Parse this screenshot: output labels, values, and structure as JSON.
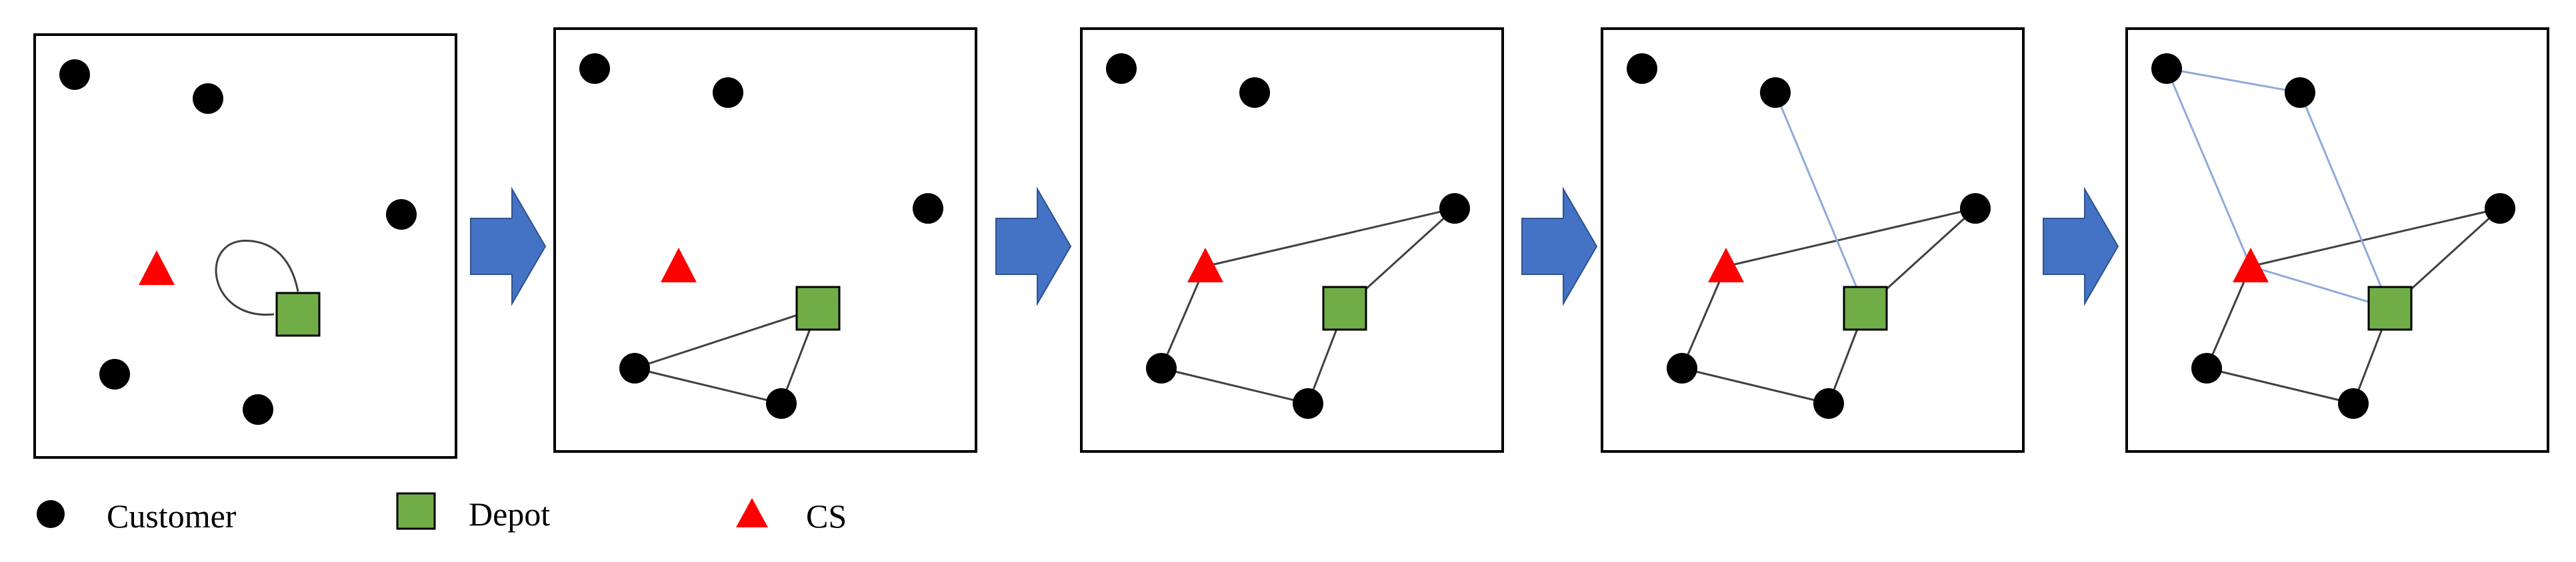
{
  "legend": {
    "customer_label": "Customer",
    "depot_label": "Depot",
    "cs_label": "CS"
  },
  "colors": {
    "customer": "#000000",
    "depot_fill": "#70ad47",
    "cs": "#ff0000",
    "arrow": "#4472c4",
    "black_route": "#404040",
    "blue_route": "#8faadc"
  },
  "icons": {
    "customer": "filled-circle",
    "depot": "green-square",
    "cs": "red-triangle",
    "step_arrow": "right-arrow"
  },
  "panels": [
    {
      "step": 1,
      "routes": [],
      "self_loop_at_depot": true
    },
    {
      "step": 2,
      "routes": [
        {
          "color": "black",
          "path": [
            "depot",
            "c5",
            "c4",
            "depot"
          ]
        }
      ]
    },
    {
      "step": 3,
      "routes": [
        {
          "color": "black",
          "path": [
            "depot",
            "c3",
            "cs",
            "c5",
            "c4",
            "depot"
          ]
        }
      ]
    },
    {
      "step": 4,
      "routes": [
        {
          "color": "black",
          "path": [
            "depot",
            "c3",
            "cs",
            "c5",
            "c4",
            "depot"
          ]
        },
        {
          "color": "blue",
          "path": [
            "depot",
            "c2",
            "depot"
          ]
        }
      ]
    },
    {
      "step": 5,
      "routes": [
        {
          "color": "black",
          "path": [
            "depot",
            "c3",
            "cs",
            "c5",
            "c4",
            "depot"
          ]
        },
        {
          "color": "blue",
          "path": [
            "depot",
            "c2",
            "c1",
            "cs",
            "depot"
          ]
        }
      ]
    }
  ]
}
